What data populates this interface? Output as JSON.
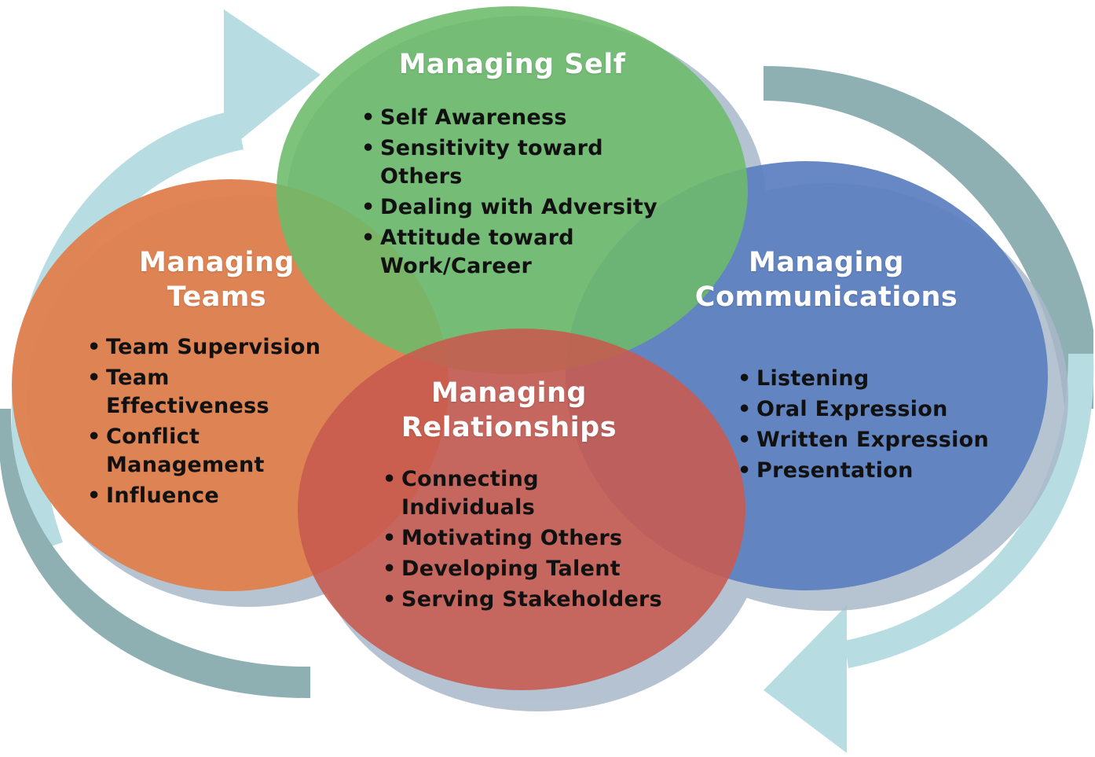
{
  "colors": {
    "self": "#6cbb6a",
    "teams": "#e0804f",
    "communications": "#5b7fc0",
    "relationships": "#c85a4e",
    "arrow_light": "#b7dde3",
    "arrow_dark": "#8fb0b3",
    "shadow": "#a9b8c9"
  },
  "icons": [
    "circular-arrow-icon"
  ],
  "circles": {
    "self": {
      "title": "Managing Self",
      "items": [
        "Self Awareness",
        "Sensitivity toward Others",
        "Dealing with Adversity",
        "Attitude toward Work/Career"
      ]
    },
    "teams": {
      "title_line1": "Managing",
      "title_line2": "Teams",
      "items": [
        "Team Supervision",
        "Team Effectiveness",
        "Conflict Management",
        "Influence"
      ]
    },
    "communications": {
      "title_line1": "Managing",
      "title_line2": "Communications",
      "items": [
        "Listening",
        "Oral Expression",
        "Written Expression",
        "Presentation"
      ]
    },
    "relationships": {
      "title_line1": "Managing",
      "title_line2": "Relationships",
      "items": [
        "Connecting Individuals",
        "Motivating Others",
        "Developing Talent",
        "Serving Stakeholders"
      ]
    }
  }
}
